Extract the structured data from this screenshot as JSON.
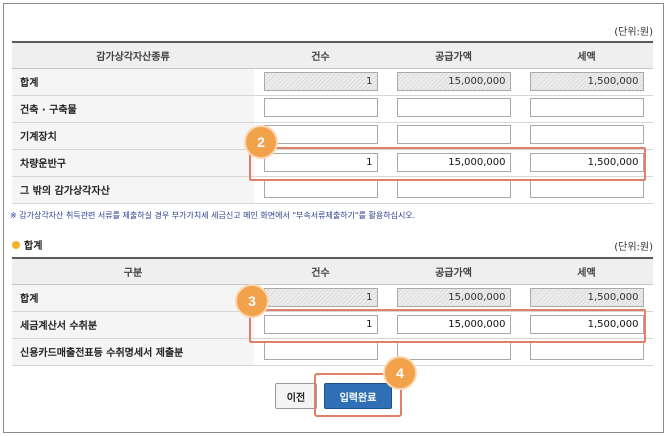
{
  "unit_label": "(단위:원)",
  "columns": {
    "asset_type": "감가상각자산종류",
    "count": "건수",
    "supply_amount": "공급가액",
    "tax": "세액"
  },
  "table1": {
    "rows": [
      {
        "label": "합계",
        "count": "1",
        "supply": "15,000,000",
        "tax": "1,500,000",
        "readonly": true
      },
      {
        "label": "건축 · 구축물",
        "count": "",
        "supply": "",
        "tax": "",
        "readonly": false
      },
      {
        "label": "기계장치",
        "count": "",
        "supply": "",
        "tax": "",
        "readonly": false
      },
      {
        "label": "차량운반구",
        "count": "1",
        "supply": "15,000,000",
        "tax": "1,500,000",
        "readonly": false
      },
      {
        "label": "그 밖의 감가상각자산",
        "count": "",
        "supply": "",
        "tax": "",
        "readonly": false
      }
    ]
  },
  "note": "※ 감가상각자산 취득관련 서류를 제출하실 경우 부가가치세 세금신고 메인 화면에서 \"부속서류제출하기\"를 활용하십시오.",
  "section2": {
    "title": "합계",
    "unit_label": "(단위:원)",
    "col_category": "구분",
    "rows": [
      {
        "label": "합계",
        "count": "1",
        "supply": "15,000,000",
        "tax": "1,500,000",
        "readonly": true
      },
      {
        "label": "세금계산서 수취분",
        "count": "1",
        "supply": "15,000,000",
        "tax": "1,500,000",
        "readonly": false
      },
      {
        "label": "신용카드매출전표등 수취명세서 제출분",
        "count": "",
        "supply": "",
        "tax": "",
        "readonly": false
      }
    ]
  },
  "buttons": {
    "prev": "이전",
    "complete": "입력완료"
  },
  "badges": [
    "2",
    "3",
    "4"
  ],
  "colors": {
    "badge": "#f2a24a",
    "highlight": "#e0806a",
    "primary_button": "#2f6fb5",
    "note_text": "#2a3f8f",
    "section_dot": "#f2b32c"
  }
}
